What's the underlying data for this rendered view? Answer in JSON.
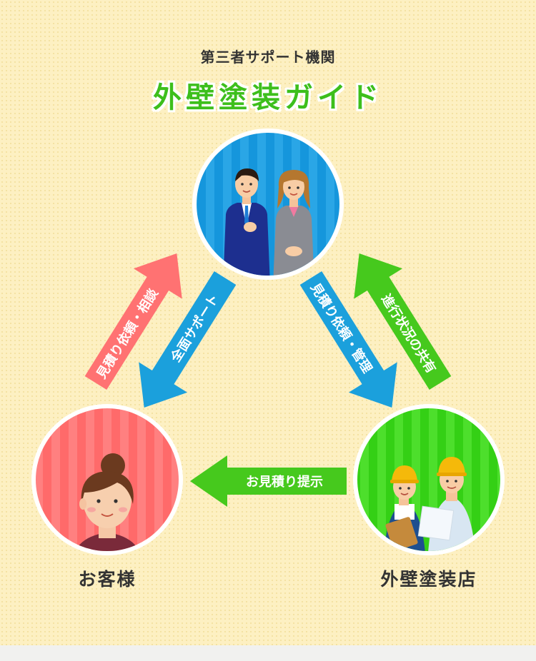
{
  "header": {
    "subtitle": "第三者サポート機関",
    "title": "外壁塗装ガイド"
  },
  "nodes": {
    "support": {
      "name": "",
      "color": "#1a9be0"
    },
    "customer": {
      "name": "お客様",
      "color": "#ff6b6b"
    },
    "contractor": {
      "name": "外壁塗装店",
      "color": "#3fd61a"
    }
  },
  "arrows": {
    "customer_to_support": {
      "label": "見積り依頼・相談",
      "color": "#ff6f6f"
    },
    "support_to_customer": {
      "label": "全面サポート",
      "color": "#1ba0dc"
    },
    "support_to_contractor": {
      "label": "見積り依頼・管理",
      "color": "#1ba0dc"
    },
    "contractor_to_support": {
      "label": "進行状況の共有",
      "color": "#46c91d"
    },
    "contractor_to_customer": {
      "label": "お見積り提示",
      "color": "#46c91d"
    }
  }
}
